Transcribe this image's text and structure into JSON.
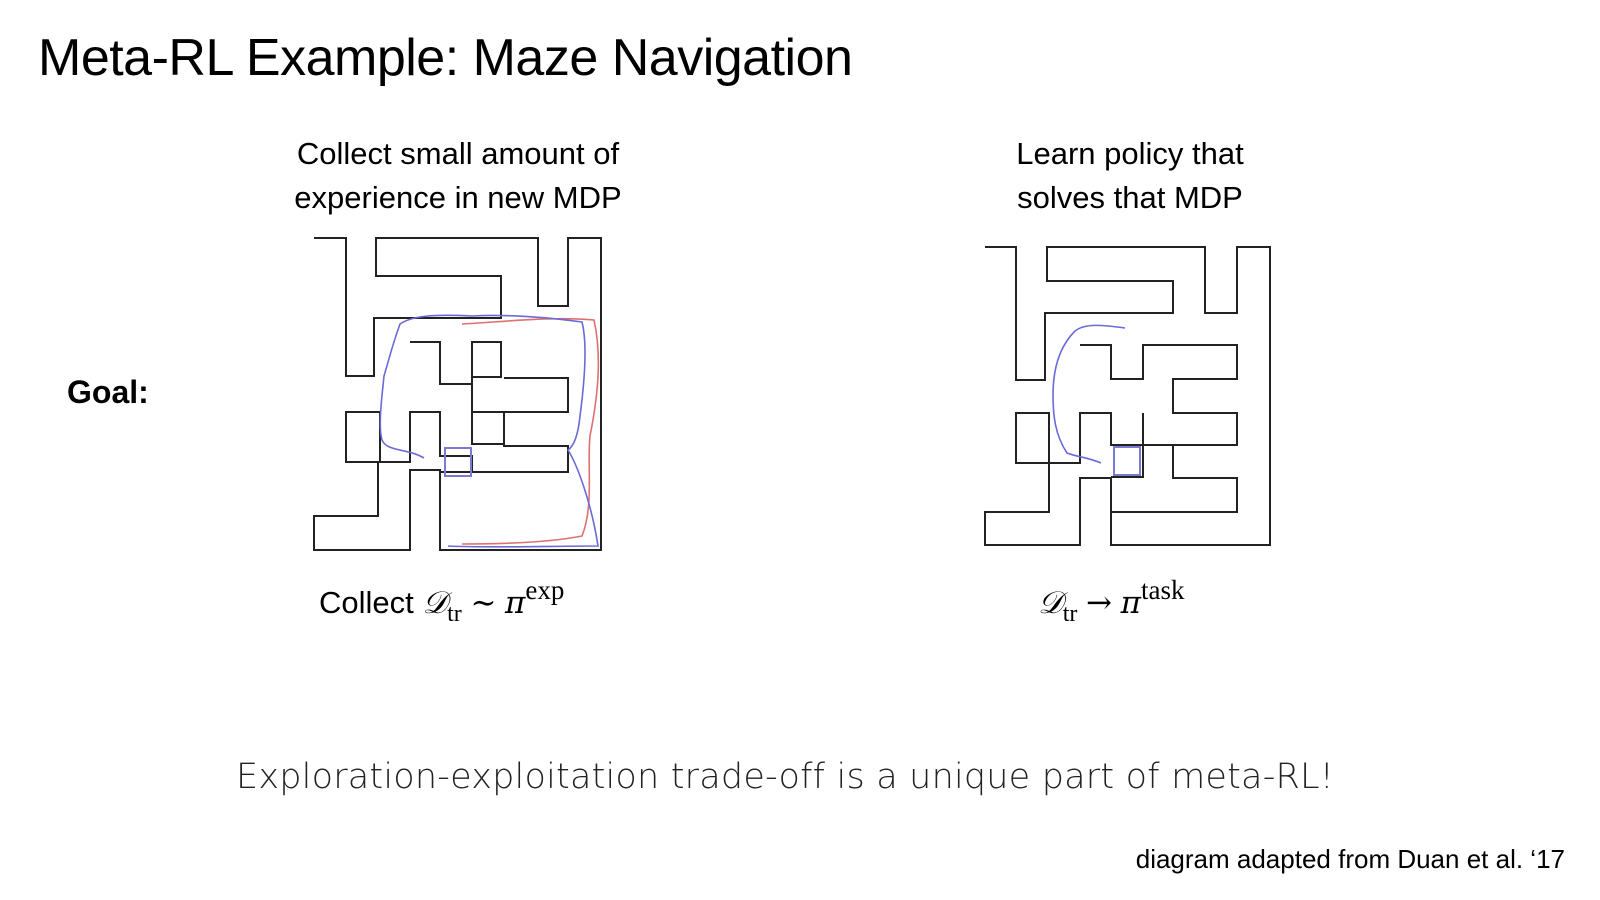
{
  "title": "Meta-RL Example: Maze Navigation",
  "goal_label": "Goal:",
  "left_panel": {
    "heading_line1": "Collect small amount of",
    "heading_line2": "experience in new MDP",
    "formula_prefix": "Collect",
    "formula_symbol": "𝒟",
    "formula_subscript": "tr",
    "formula_operator": "∼",
    "formula_pi": "π",
    "formula_superscript": "exp"
  },
  "right_panel": {
    "heading_line1": "Learn policy that",
    "heading_line2": "solves that MDP",
    "formula_symbol": "𝒟",
    "formula_subscript": "tr",
    "formula_operator": "→",
    "formula_pi": "π",
    "formula_superscript": "task"
  },
  "bottom_statement": "Exploration-exploitation trade-off is a unique part of meta-RL!",
  "citation": "diagram adapted from Duan et al.  ‘17",
  "colors": {
    "wall": "#222222",
    "trajectory_blue": "#6a6ad8",
    "trajectory_red": "#e07070",
    "goal_square": "#7a7ad0"
  }
}
